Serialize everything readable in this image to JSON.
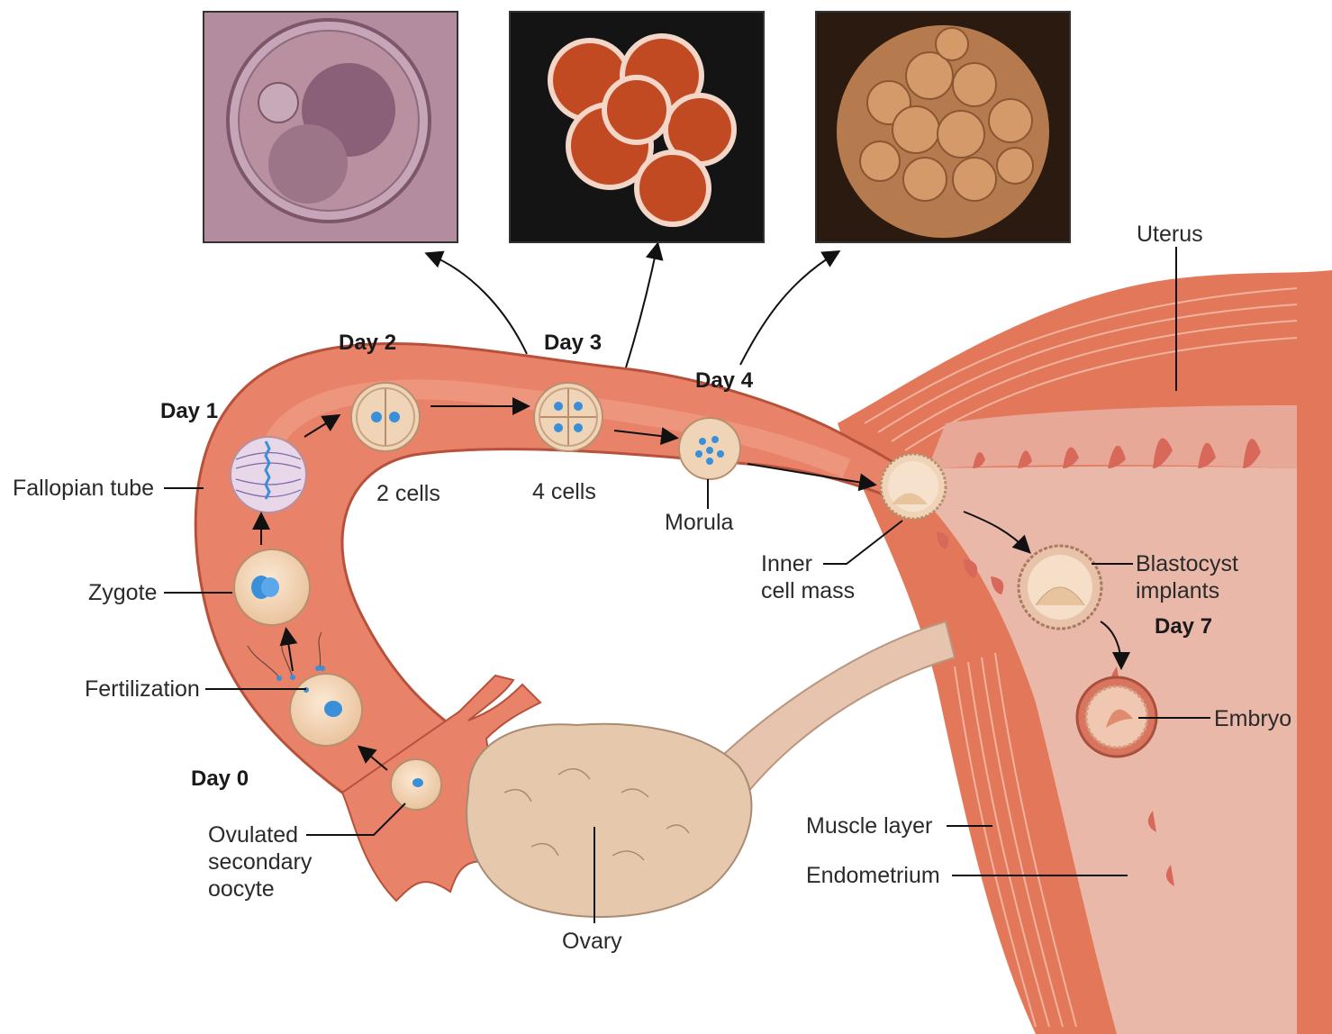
{
  "labels": {
    "uterus": "Uterus",
    "fallopian_tube": "Fallopian tube",
    "zygote": "Zygote",
    "fertilization": "Fertilization",
    "ovulated_oocyte": [
      "Ovulated",
      "secondary",
      "oocyte"
    ],
    "ovary": "Ovary",
    "two_cells": "2 cells",
    "four_cells": "4 cells",
    "morula": "Morula",
    "inner_cell_mass": [
      "Inner",
      "cell mass"
    ],
    "blastocyst_implants": [
      "Blastocyst",
      "implants"
    ],
    "embryo": "Embryo",
    "muscle_layer": "Muscle layer",
    "endometrium": "Endometrium"
  },
  "days": {
    "day0": "Day 0",
    "day1": "Day 1",
    "day2": "Day 2",
    "day3": "Day 3",
    "day4": "Day 4",
    "day7": "Day 7"
  },
  "colors": {
    "tissue": "#e8836a",
    "tissue_dark": "#c95a43",
    "tissue_light": "#f2b4a0",
    "uterine_cavity": "#e9b3a3",
    "ovary": "#e6c9ad",
    "cell_fill": "#f4d9bb",
    "nucleus": "#3a8fd8",
    "photo1_bg": "#b58aa0",
    "photo2_bg": "#151515",
    "photo3_bg": "#2b1a10"
  }
}
